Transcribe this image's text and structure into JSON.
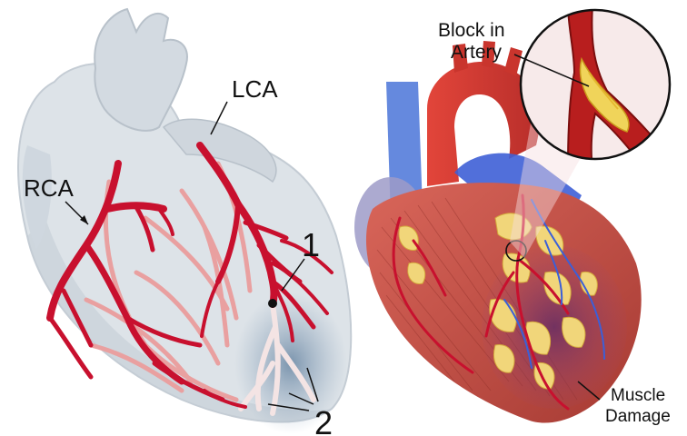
{
  "left_panel": {
    "labels": {
      "rca": "RCA",
      "lca": "LCA",
      "marker_1": "1",
      "marker_2": "2"
    }
  },
  "right_panel": {
    "labels": {
      "block_line1": "Block in",
      "block_line2": "Artery",
      "damage_line1": "Muscle",
      "damage_line2": "Damage"
    }
  },
  "colors": {
    "artery_red": "#c8102e",
    "faded_artery": "#e9a0a0",
    "heart_grey": "#dde3e8",
    "muscle": "#c2493d",
    "fat_yellow": "#f1d67a",
    "vein_blue": "#3b5fd8",
    "damage_purple": "#7a3a7a"
  }
}
